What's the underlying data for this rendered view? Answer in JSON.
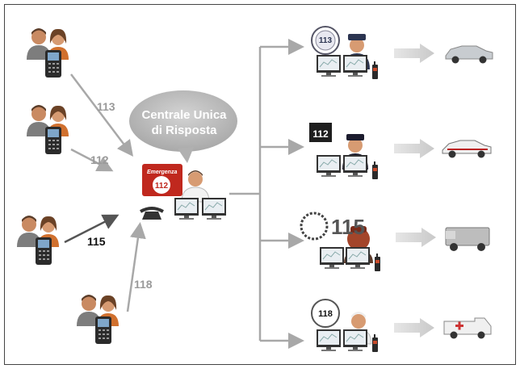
{
  "center": {
    "bubble_line1": "Centrale Unica",
    "bubble_line2": "di Risposta",
    "emergency_label": "Emergenza",
    "emergency_number": "112"
  },
  "callers": [
    {
      "number": "113"
    },
    {
      "number": "112"
    },
    {
      "number": "115"
    },
    {
      "number": "118"
    }
  ],
  "services": [
    {
      "number": "113",
      "vehicle": "police-car"
    },
    {
      "number": "112",
      "vehicle": "carabinieri-car"
    },
    {
      "number": "115",
      "vehicle": "fire-truck"
    },
    {
      "number": "118",
      "vehicle": "ambulance"
    }
  ],
  "colors": {
    "arrow": "#a8a8a8",
    "bubble": "#b8b8b8",
    "number_gray": "#9a9a9a",
    "number_dark": "#111111",
    "emergency_red": "#c0281e"
  }
}
